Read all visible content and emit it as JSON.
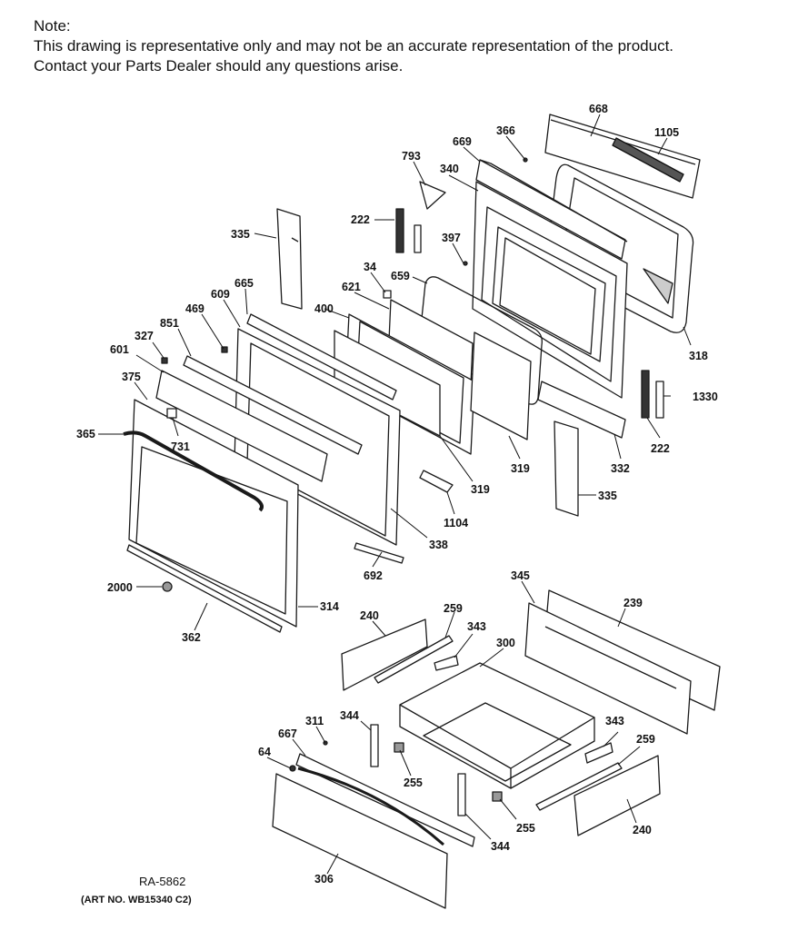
{
  "note": {
    "heading": "Note:",
    "line1": "This drawing is representative only and may not be an accurate representation of the product.",
    "line2": "Contact your Parts Dealer should any questions arise."
  },
  "footer": {
    "drawing_id": "RA-5862",
    "art_no": "(ART NO. WB15340 C2)"
  },
  "parts": [
    "668",
    "366",
    "1105",
    "669",
    "793",
    "340",
    "222",
    "397",
    "335",
    "34",
    "659",
    "665",
    "621",
    "609",
    "400",
    "469",
    "851",
    "327",
    "601",
    "375",
    "365",
    "731",
    "318",
    "1330",
    "222",
    "332",
    "335",
    "319",
    "319",
    "1104",
    "338",
    "692",
    "2000",
    "314",
    "362",
    "345",
    "239",
    "240",
    "259",
    "343",
    "300",
    "311",
    "344",
    "667",
    "343",
    "259",
    "64",
    "255",
    "255",
    "344",
    "240",
    "306"
  ]
}
